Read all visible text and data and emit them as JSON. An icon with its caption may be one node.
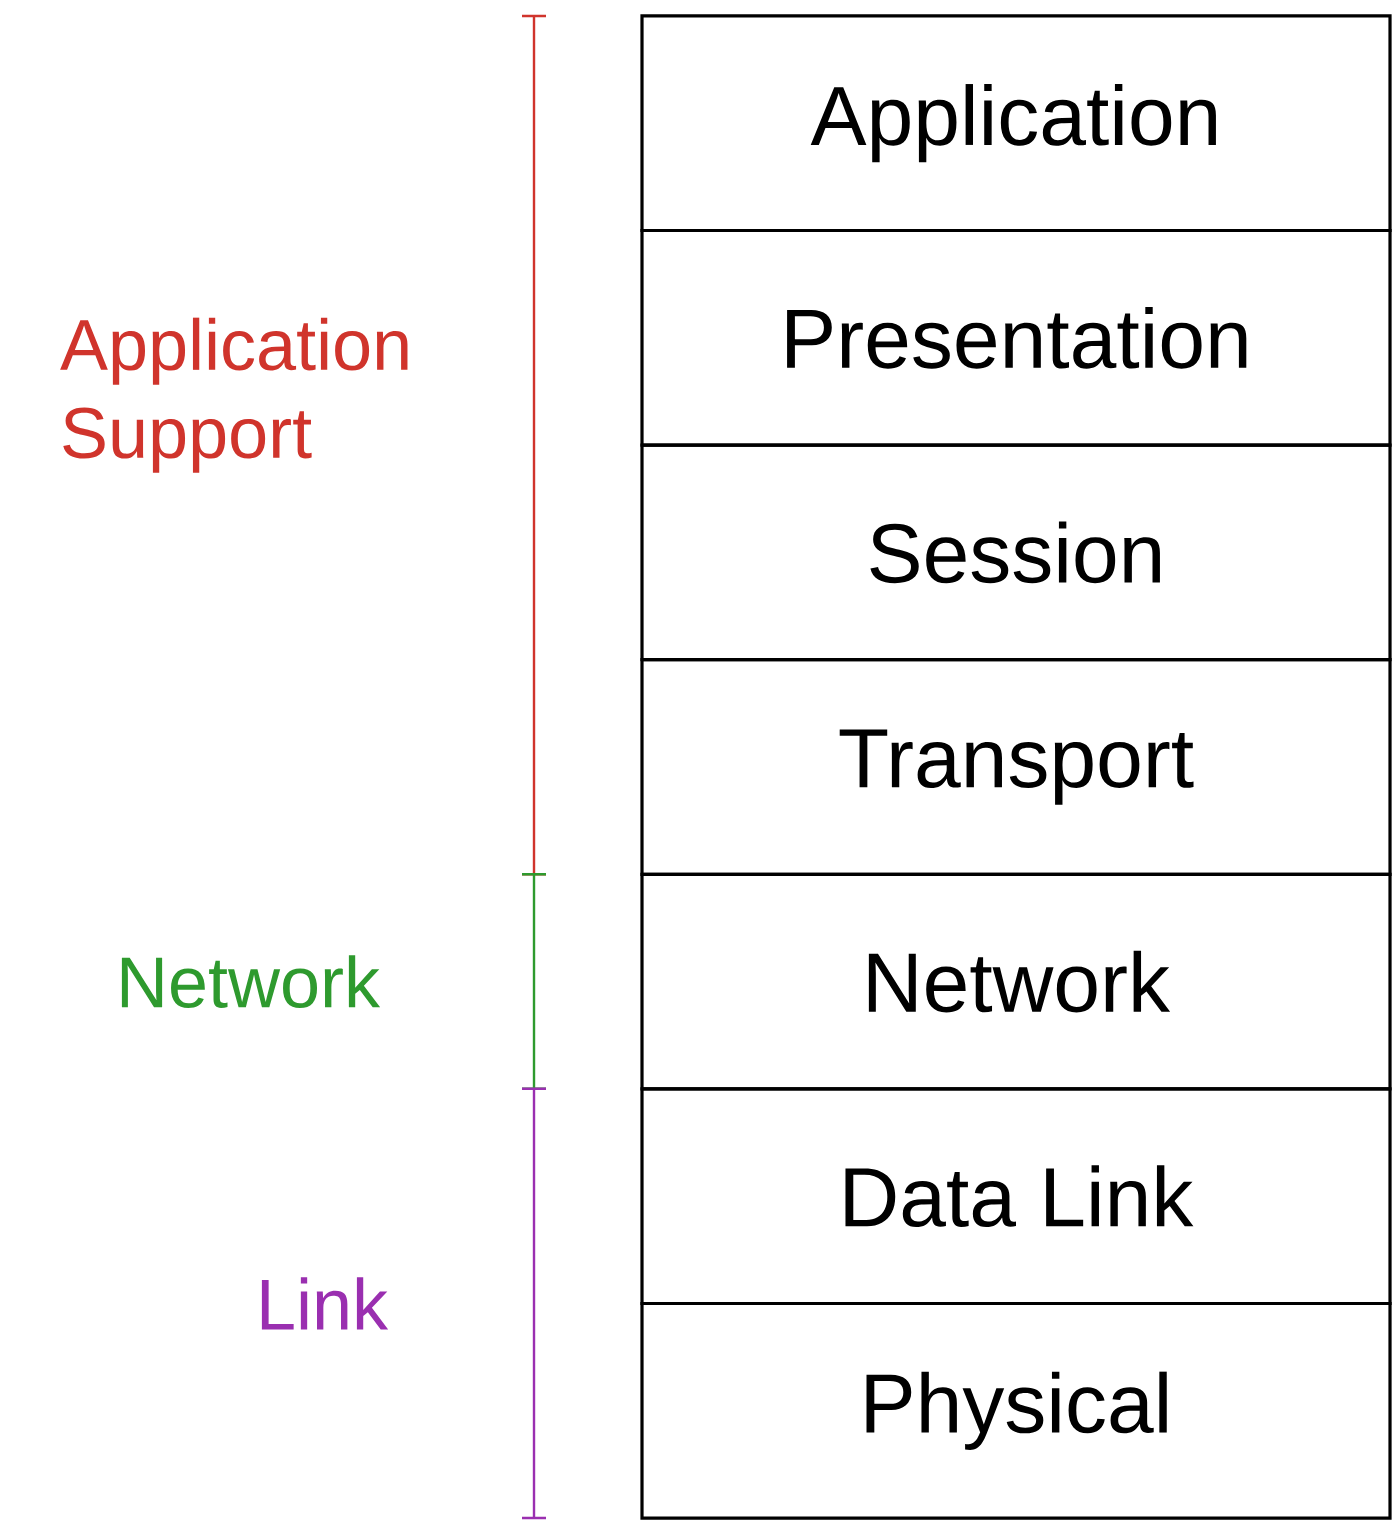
{
  "diagram": {
    "nodes": [
      {
        "text": [
          "Application"
        ]
      },
      {
        "text": [
          "Presentation"
        ]
      },
      {
        "text": [
          "Session"
        ]
      },
      {
        "text": [
          "Transport"
        ]
      },
      {
        "text": [
          "Network"
        ]
      },
      {
        "text": [
          "Data Link"
        ]
      },
      {
        "text": [
          "Physical"
        ]
      }
    ],
    "labels": [
      "Application Support",
      "Network",
      "Link"
    ]
  }
}
